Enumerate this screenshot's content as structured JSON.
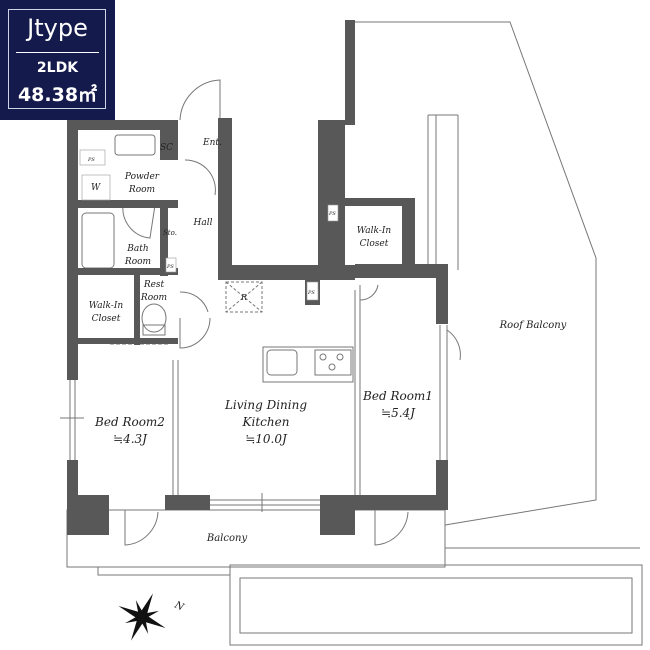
{
  "badge": {
    "type": "Jtype",
    "layout": "2LDK",
    "area": "48.38㎡"
  },
  "colors": {
    "badge_bg": "#151a4c",
    "wall": "#585858"
  },
  "rooms": {
    "ent": "Ent.",
    "sc": "SC",
    "ps1": "PS",
    "w": "W",
    "powder_1": "Powder",
    "powder_2": "Room",
    "hall": "Hall",
    "sto": "Sto.",
    "ps2": "PS",
    "bath_1": "Bath",
    "bath_2": "Room",
    "rest_1": "Rest",
    "rest_2": "Room",
    "wic_1": "Walk-In",
    "wic_2": "Closet",
    "r": "R",
    "ps3": "PS",
    "ps4": "PS",
    "wic2_1": "Walk-In",
    "wic2_2": "Closet",
    "ldk_1": "Living Dining",
    "ldk_2": "Kitchen",
    "ldk_size": "≒10.0J",
    "bed1": "Bed Room1",
    "bed1_size": "≒5.4J",
    "bed2": "Bed Room2",
    "bed2_size": "≒4.3J",
    "balcony": "Balcony",
    "roof_balcony": "Roof Balcony"
  },
  "compass": {
    "north": "N",
    "icon": "compass-rose-icon"
  }
}
